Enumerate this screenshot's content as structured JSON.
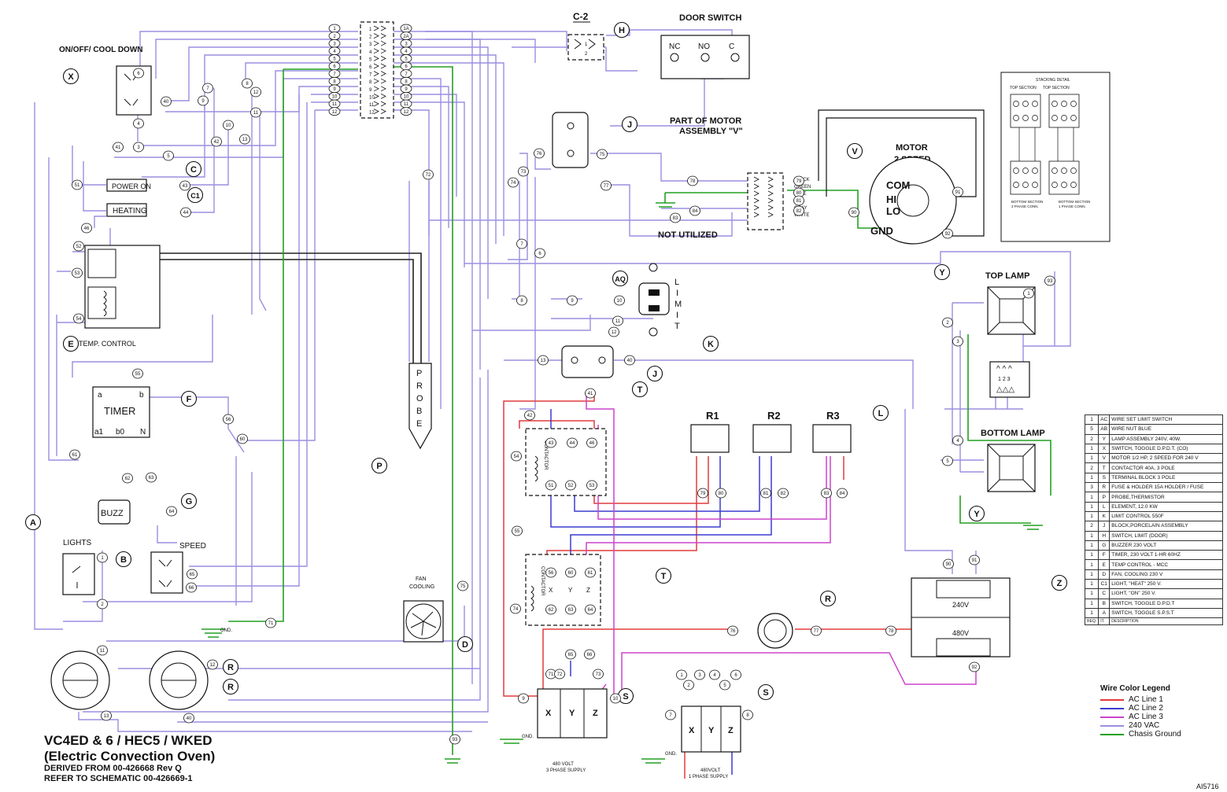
{
  "title": {
    "line1": "VC4ED & 6 / HEC5 / WKED",
    "line2": "(Electric Convection Oven)",
    "line3": "DERIVED FROM 00-426668  Rev Q",
    "line4": "REFER TO SCHEMATIC 00-426669-1"
  },
  "drawing_number": "AI5716",
  "colors": {
    "ac_line_1": "#e23b3b",
    "ac_line_2": "#3b3bd0",
    "ac_line_3": "#cc44cc",
    "vac_240": "#9a8fe0",
    "chassis_ground": "#22a022",
    "black_wire": "#222222"
  },
  "components": {
    "on_off_cool_down": "ON/OFF/ COOL DOWN",
    "door_switch": "DOOR SWITCH",
    "c2": "C-2",
    "door_nc": "NC",
    "door_no": "NO",
    "door_c": "C",
    "part_of_motor": "PART OF MOTOR",
    "assembly_v": "ASSEMBLY \"V\"",
    "motor_title": "MOTOR",
    "motor_speed": "2 SPEED",
    "motor_com": "COM",
    "motor_hi": "HI",
    "motor_lo": "LO",
    "motor_gnd": "GND",
    "not_utilized": "NOT UTILIZED",
    "wire_colors": [
      "BLACK",
      "GREEN",
      "BLUE",
      "RED",
      "GRAY",
      "WHITE"
    ],
    "power_on": "POWER ON",
    "heating": "HEATING",
    "temp_control": "TEMP. CONTROL",
    "timer": "TIMER",
    "timer_a": "a",
    "timer_b": "b",
    "timer_a1": "a1",
    "timer_b0": "b0",
    "timer_n": "N",
    "buzz": "BUZZ",
    "lights": "LIGHTS",
    "speed": "SPEED",
    "probe_letters": [
      "P",
      "R",
      "O",
      "B",
      "E"
    ],
    "limit_letters": [
      "L",
      "I",
      "M",
      "I",
      "T"
    ],
    "fan_cooling_1": "FAN",
    "fan_cooling_2": "COOLING",
    "contactor": "CONTACTOR",
    "r1": "R1",
    "r2": "R2",
    "r3": "R3",
    "top_lamp": "TOP LAMP",
    "bottom_lamp": "BOTTOM LAMP",
    "lamp_terms_top": "1 2 3",
    "v240": "240V",
    "v480": "480V",
    "gnd": "GND.",
    "supply_3ph_1": "480 VOLT",
    "supply_3ph_2": "3 PHASE SUPPLY",
    "supply_1ph_1": "480VOLT",
    "supply_1ph_2": "1 PHASE SUPPLY",
    "xyz": [
      "X",
      "Y",
      "Z"
    ],
    "stacking_title": "STACKING DETAIL",
    "stack_top_section": "TOP SECTION",
    "stack_bottom_1": "BOTTOM SECTION",
    "stack_bottom_2": "3 PHASE CONN.",
    "stack_bottom_3": "BOTTOM SECTION",
    "stack_bottom_4": "1 PHASE CONN."
  },
  "callouts": [
    "X",
    "C",
    "C1",
    "E",
    "F",
    "G",
    "A",
    "B",
    "H",
    "J",
    "J",
    "K",
    "AQ",
    "V",
    "Y",
    "Y",
    "T",
    "T",
    "L",
    "P",
    "D",
    "R",
    "R",
    "R",
    "S",
    "S",
    "Z"
  ],
  "legend": {
    "title": "Wire Color Legend",
    "items": [
      {
        "label": "AC Line 1",
        "color": "#e23b3b"
      },
      {
        "label": "AC Line 2",
        "color": "#3b3bd0"
      },
      {
        "label": "AC  Line 3",
        "color": "#cc44cc"
      },
      {
        "label": "240 VAC",
        "color": "#9a8fe0"
      },
      {
        "label": "Chasis Ground",
        "color": "#22a022"
      }
    ]
  },
  "parts_list": {
    "header": [
      "REQ.",
      "IT.",
      "DESCRIPTION"
    ],
    "rows": [
      [
        "1",
        "AC",
        "WIRE SET LIMIT SWITCH"
      ],
      [
        "5",
        "AB",
        "WIRE NUT BLUE"
      ],
      [
        "2",
        "Y",
        "LAMP ASSEMBLY 240V, 40W."
      ],
      [
        "1",
        "X",
        "SWITCH, TOGGLE D.P.D.T. (CO)"
      ],
      [
        "1",
        "V",
        "MOTOR 1/2 HP, 2 SPEED FOR 240 V"
      ],
      [
        "2",
        "T",
        "CONTACTOR 40A, 3 POLE"
      ],
      [
        "1",
        "S",
        "TERMINAL BLOCK 3 POLE"
      ],
      [
        "3",
        "R",
        "FUSE & HOLDER 15A      HOLDER / FUSE"
      ],
      [
        "1",
        "P",
        "PROBE,THERMISTOR"
      ],
      [
        "1",
        "L",
        "ELEMENT, 12.0 KW"
      ],
      [
        "1",
        "K",
        "LIMIT CONTROL 550F"
      ],
      [
        "2",
        "J",
        "BLOCK,PORCELAIN ASSEMBLY"
      ],
      [
        "1",
        "H",
        "SWITCH, LIMIT (DOOR)"
      ],
      [
        "1",
        "G",
        "BUZZER 230 VOLT"
      ],
      [
        "1",
        "F",
        "TIMER, 230 VOLT 1-HR 60HZ"
      ],
      [
        "1",
        "E",
        "TEMP CONTROL - MCC"
      ],
      [
        "1",
        "D",
        "FAN, COOLING 230 V"
      ],
      [
        "1",
        "C1",
        "LIGHT, \"HEAT\" 250 V."
      ],
      [
        "1",
        "C",
        "LIGHT, \"ON\" 250 V."
      ],
      [
        "1",
        "B",
        "SWITCH, TOGGLE D.P.D.T"
      ],
      [
        "1",
        "A",
        "SWITCH, TOGGLE S.P.S.T"
      ]
    ]
  },
  "terminal_block_left": [
    "1",
    "2",
    "3",
    "4",
    "5",
    "6",
    "7",
    "8",
    "9",
    "10",
    "11",
    "12"
  ],
  "terminal_block_right": [
    "1A",
    "2A",
    "3",
    "4",
    "5",
    "6",
    "7",
    "8",
    "9",
    "10",
    "11",
    "12"
  ],
  "wire_numbers": [
    "1",
    "2",
    "3",
    "4",
    "5",
    "6",
    "7",
    "8",
    "9",
    "10",
    "11",
    "12",
    "13",
    "40",
    "41",
    "42",
    "43",
    "44",
    "46",
    "51",
    "52",
    "53",
    "54",
    "55",
    "56",
    "60",
    "61",
    "62",
    "63",
    "64",
    "65",
    "66",
    "71",
    "72",
    "73",
    "74",
    "75",
    "76",
    "77",
    "78",
    "79",
    "80",
    "81",
    "82",
    "83",
    "84",
    "90",
    "91",
    "92",
    "93"
  ]
}
